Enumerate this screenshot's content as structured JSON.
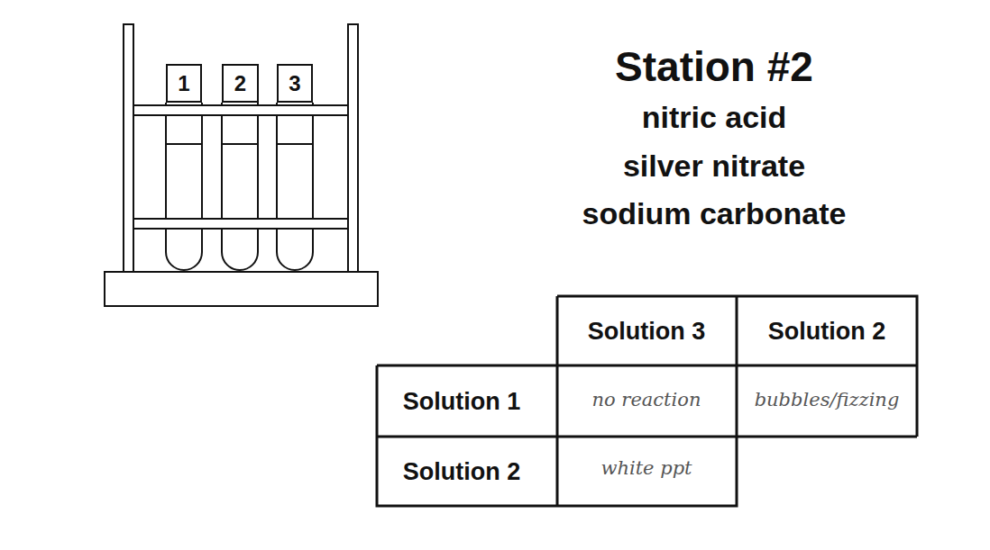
{
  "diagram": {
    "title": "Station #2",
    "nodes": [
      {
        "text": [
          "1"
        ]
      },
      {
        "text": [
          "2"
        ]
      },
      {
        "text": [
          "3"
        ]
      }
    ],
    "labels": [
      "nitric acid",
      "silver nitrate",
      "sodium carbonate",
      "Solution 3",
      "Solution 2",
      "Solution 1",
      "no reaction",
      "bubbles/fizzing",
      "Solution 2",
      "white ppt"
    ]
  }
}
